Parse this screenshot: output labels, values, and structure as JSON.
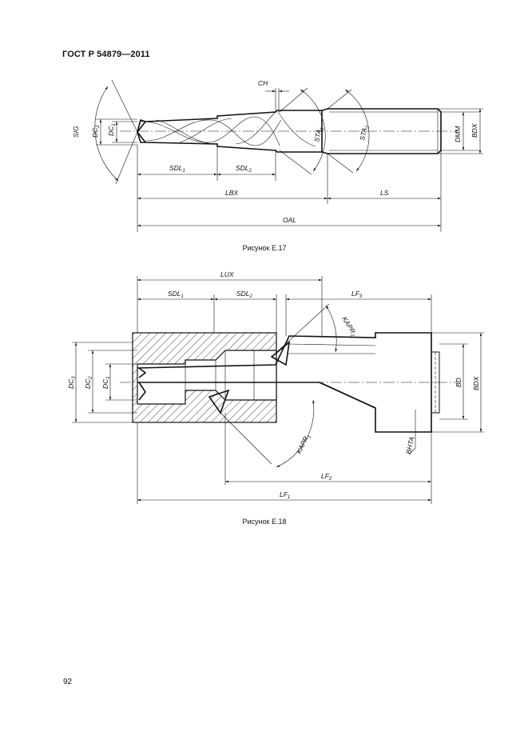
{
  "header": {
    "standard": "ГОСТ Р 54879—2011"
  },
  "figure17": {
    "caption": "Рисунок Е.17",
    "labels": {
      "sig": "SIG",
      "dc2": "DC",
      "dc2_sub": "2",
      "dc1": "DC",
      "dc1_sub": "1",
      "ch": "CH",
      "sta1": "STA",
      "sta1_sub": "1",
      "sta2": "STA",
      "sta2_sub": "2",
      "dmm": "DMM",
      "bdx": "BDX",
      "sdl1": "SDL",
      "sdl1_sub": "1",
      "sdl2": "SDL",
      "sdl2_sub": "2",
      "lbx": "LBX",
      "ls": "LS",
      "oal": "OAL"
    }
  },
  "figure18": {
    "caption": "Рисунок Е.18",
    "labels": {
      "lux": "LUX",
      "sdl1": "SDL",
      "sdl1_sub": "1",
      "sdl2": "SDL",
      "sdl2_sub": "2",
      "lf3": "LF",
      "lf3_sub": "3",
      "kapr2": "KAPR",
      "kapr2_sub": "2",
      "dc3": "DC",
      "dc3_sub": "3",
      "dc2": "DC",
      "dc2_sub": "2",
      "dc1": "DC",
      "dc1_sub": "1",
      "bd": "BD",
      "bdx": "BDX",
      "kapr1": "KAPR",
      "kapr1_sub": "1",
      "bhta": "BHTA",
      "lf2": "LF",
      "lf2_sub": "2",
      "lf1": "LF",
      "lf1_sub": "1"
    }
  },
  "page_number": "92"
}
